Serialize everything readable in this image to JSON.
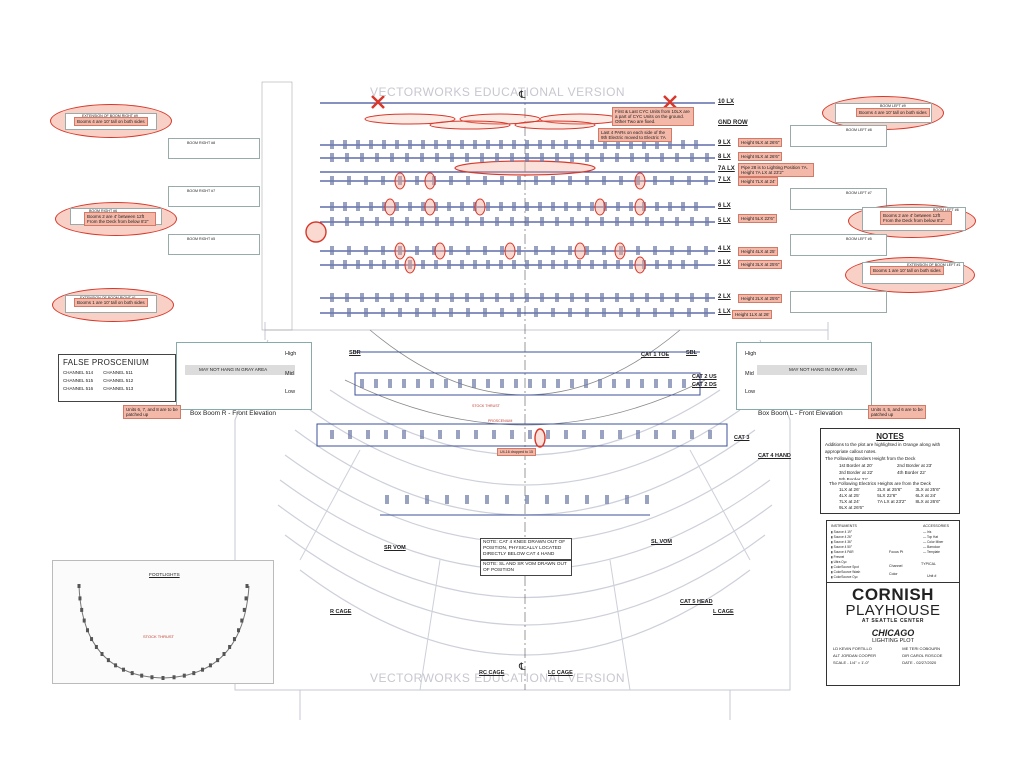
{
  "watermark": {
    "top": "VECTORWORKS EDUCATIONAL VERSION",
    "bottom": "VECTORWORKS EDUCATIONAL VERSION"
  },
  "centerline": "℄",
  "colors": {
    "highlight_fill": "#f4b8a8",
    "highlight_stroke": "#d8372a",
    "pipe_line": "#3d4f9a",
    "seating_line": "#c9ccd6",
    "ink": "#222222"
  },
  "electrics": [
    {
      "label": "10 LX"
    },
    {
      "label": "GND ROW"
    },
    {
      "label": "9 LX"
    },
    {
      "label": "8 LX"
    },
    {
      "label": "7A LX"
    },
    {
      "label": "7 LX"
    },
    {
      "label": "6 LX"
    },
    {
      "label": "5 LX"
    },
    {
      "label": "4 LX"
    },
    {
      "label": "3 LX"
    },
    {
      "label": "2 LX"
    },
    {
      "label": "1 LX"
    }
  ],
  "heights": [
    "Height 9LX at 26'6\"",
    "Height 8LX at 26'6\"",
    "Height 7LX at 24'",
    "Height 5LX 22'6\"",
    "Height 4LX at 25'",
    "Height 3LX at 25'6\"",
    "Height 2LX at 25'6\"",
    "Height 1LX at 26'"
  ],
  "onstage_notes": {
    "first_last_cyc": "First & Last CYC Units from 10LX are a part of CYC Units on the ground. Other Two are fixed.",
    "pars_9e": "Last 4 PARs on each side of the 9th Electric moved to Electric 7A",
    "pipe_28": "Pipe 28 is to Lighting Position 7A. Height 7A LX at 23'2\""
  },
  "booms": {
    "right_9": {
      "title": "EXTENSION OF BOOM RIGHT #9",
      "note": "Booms 4 are 10' tall on both sides"
    },
    "right_8": {
      "title": "BOOM RIGHT #8"
    },
    "right_7": {
      "title": "BOOM RIGHT #7"
    },
    "right_6": {
      "title": "BOOM RIGHT #6",
      "note": "Booms 2 are 4' between 12ft From the Deck from below 8'2\""
    },
    "right_5": {
      "title": "BOOM RIGHT #5"
    },
    "right_1": {
      "title": "EXTENSION OF BOOM RIGHT #1",
      "note": "Booms 1 are 10' tall on both sides"
    },
    "left_9": {
      "title": "BOOM LEFT #9",
      "note": "Booms 4 are 10' tall on both sides"
    },
    "left_8": {
      "title": "BOOM LEFT #8"
    },
    "left_7": {
      "title": "BOOM LEFT #7"
    },
    "left_6": {
      "title": "BOOM LEFT #6",
      "note": "Booms 2 are 4' between 12ft From the Deck from below 8'2\""
    },
    "left_5": {
      "title": "BOOM LEFT #5"
    },
    "left_1": {
      "title": "EXTENSION OF BOOM LEFT #1",
      "note": "Booms 1 are 10' tall on both sides"
    }
  },
  "false_proscenium": {
    "title": "FALSE PROSCENIUM",
    "rows": [
      [
        "CHANNEL 514",
        "CHANNEL 511"
      ],
      [
        "CHANNEL 515",
        "CHANNEL 512"
      ],
      [
        "CHANNEL 516",
        "CHANNEL 513"
      ]
    ]
  },
  "box_boom_r": {
    "caption": "Box Boom R - Front Elevation",
    "gray_note": "MAY NOT HANG IN GRAY AREA",
    "levels": [
      "High",
      "Mid",
      "Low"
    ],
    "callout": "Units 6, 7, and 8 are to be patched up"
  },
  "box_boom_l": {
    "caption": "Box Boom L - Front Elevation",
    "gray_note": "MAY NOT HANG IN GRAY AREA",
    "levels": [
      "High",
      "Mid",
      "Low"
    ],
    "callout": "Units 4, 5, and 6 are to be patched up"
  },
  "foh_positions": {
    "sbr": "SBR",
    "sbl": "SBL",
    "cat1": "CAT 1 TOE",
    "cat2us": "CAT 2 US",
    "cat2ds": "CAT 2 DS",
    "cat3": "CAT 3",
    "cat4": "CAT 4 HAND",
    "sr_vom": "SR VOM",
    "sl_vom": "SL VOM",
    "r_cage": "R CAGE",
    "l_cage": "L CAGE",
    "cat5": "CAT 5 HEAD",
    "rc_cage": "RC CAGE",
    "lc_cage": "LC CAGE",
    "stock_thrust": "STOCK THRUST",
    "proscenium": "PROSCENIUM",
    "cat3_note": "U4-16 dropped to 15"
  },
  "center_notes": [
    "NOTE: CAT 4 KNEE DRAWN OUT OF POSITION, PHYSICALLY LOCATED DIRECTLY BELOW CAT 4 HAND",
    "NOTE: SL AND SR VOM DRAWN OUT OF POSITION"
  ],
  "footlights": {
    "title": "FOOTLIGHTS",
    "thrust": "STOCK THRUST"
  },
  "notes_panel": {
    "title": "NOTES",
    "intro": "Additions to the plot are highlighted in Orange along with appropriate callout notes.",
    "borders_head": "The Following Borders Height from the Deck",
    "borders": [
      "1st Border at 20'",
      "2nd Border at 23'",
      "3rd Border at 22'",
      "4th Border 22'",
      "5th Border 22'"
    ],
    "electric_head": "The Following Electrics Heights are from the Deck",
    "electric_heights": [
      "1LX at 26'",
      "2LX at 25'6\"",
      "3LX at 25'6\"",
      "4LX at 25'",
      "5LX 22'6\"",
      "6LX at 24'",
      "7LX at 24'",
      "7A LX at 23'2\"",
      "8LX at 26'6\"",
      "9LX at 26'6\""
    ]
  },
  "legend": {
    "instruments_title": "INSTRUMENTS",
    "instruments": [
      "Source 4 19°",
      "Source 4 26°",
      "Source 4 36°",
      "Source 4 50°",
      "Source 4 PAR",
      "Fresnel",
      "Ultra Cyc",
      "ColorSource Spot",
      "ColorSource Wash",
      "ColorSource Cyc"
    ],
    "accessories_title": "ACCESSORIES",
    "accessories": [
      "Iris",
      "Top Hat",
      "Color Mixer",
      "Barndoor",
      "Template"
    ],
    "typical": "TYPICAL",
    "focus_label": "Focus Pt",
    "channel_label": "Channel",
    "color_label": "Color",
    "unit_label": "Unit #"
  },
  "title_block": {
    "brand": "CORNISH",
    "venue": "PLAYHOUSE",
    "sub": "AT SEATTLE CENTER",
    "show": "CHICAGO",
    "doc": "LIGHTING PLOT",
    "credits": [
      [
        "LD KEVIN FORTILLO",
        "ME TERI COBOURN"
      ],
      [
        "ALT JORDAN COOPER",
        "DIR CAROL ROSCOE"
      ],
      [
        "SCALE - 1/4\" = 1'-0\"",
        "DATE - 02/27/2020"
      ]
    ]
  }
}
